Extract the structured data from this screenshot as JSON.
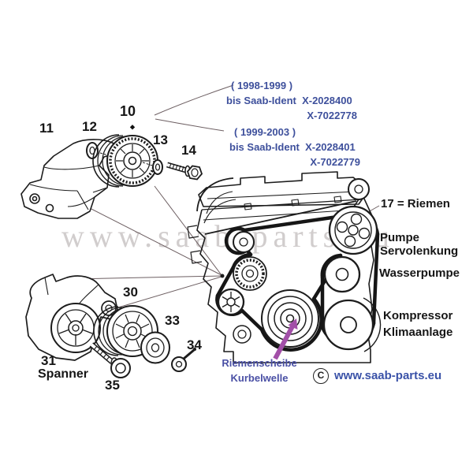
{
  "watermark": "www.saab-parts.eu",
  "callouts": {
    "n10": "10",
    "n11": "11",
    "n12": "12",
    "n13": "13",
    "n14": "14",
    "n30": "30",
    "n31": "31",
    "n33": "33",
    "n34": "34",
    "n35": "35",
    "spanner": "Spanner"
  },
  "variants": {
    "v1": {
      "years": "( 1998-1999 )",
      "ident": "bis Saab-Ident  X-2028400",
      "ident2": "X-7022778"
    },
    "v2": {
      "years": "( 1999-2003 )",
      "ident": "bis Saab-Ident  X-2028401",
      "ident2": "X-7022779"
    }
  },
  "labels": {
    "belt": "17 = Riemen",
    "ps_pump_line1": "Pumpe",
    "ps_pump_line2": "Servolenkung",
    "water_pump": "Wasserpumpe",
    "compressor_line1": "Kompressor",
    "compressor_line2": "Klimaanlage",
    "crank_line1": "Riemenscheibe",
    "crank_line2": "Kurbelwelle"
  },
  "footer": {
    "copyright": "C",
    "url": "www.saab-parts.eu"
  },
  "colors": {
    "annotation_blue": "#3e509c",
    "crank_label": "#4a50a5",
    "arrow": "#a24fa8",
    "link": "#3a52a8",
    "line_art": "#1c1c1c",
    "watermark_gray": "#c9c5c5"
  }
}
